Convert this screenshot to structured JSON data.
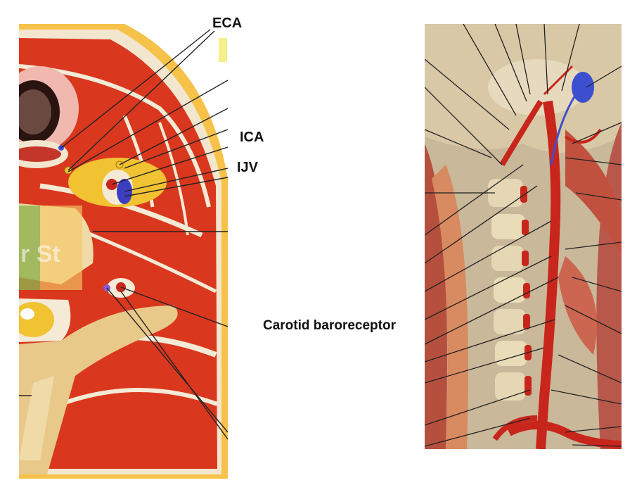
{
  "labels": {
    "eca": "ECA",
    "ica": "ICA",
    "ijv": "IJV",
    "carotid_baroreceptor": "Carotid baroreceptor"
  },
  "watermark": "r St",
  "colors": {
    "muscle": "#d9381e",
    "fascia": "#f4ead6",
    "fat": "#f1c232",
    "artery": "#c8261c",
    "vein": "#3b4fcf",
    "bone": "#e9dcb8",
    "leader": "#222222"
  }
}
